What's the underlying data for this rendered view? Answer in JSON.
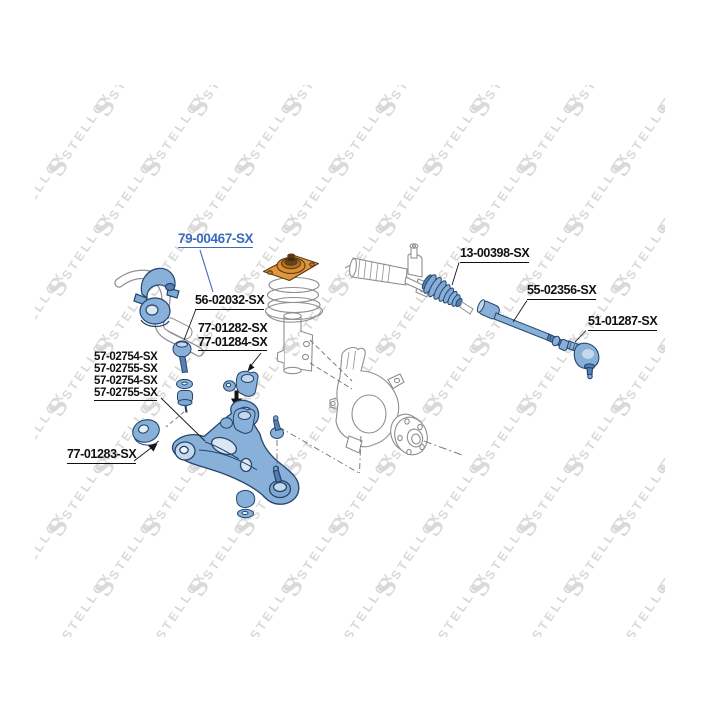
{
  "brand": {
    "name": "STELLOX"
  },
  "watermark": {
    "logo_letter": "S",
    "text": "STELLOX",
    "color": "#d9d9d9"
  },
  "diagram": {
    "highlighted_part_color": "#88b0d8",
    "selected_label_color": "#3a6bbd",
    "strut_mount_color": "#e2953f",
    "labels": {
      "l79": {
        "text": "79-00467-SX",
        "highlighted": true
      },
      "l56": {
        "text": "56-02032-SX"
      },
      "l77a": {
        "text": "77-01282-SX"
      },
      "l77b": {
        "text": "77-01284-SX"
      },
      "l57a": {
        "text": "57-02754-SX"
      },
      "l57b": {
        "text": "57-02755-SX"
      },
      "l57c": {
        "text": "57-02754-SX"
      },
      "l57d": {
        "text": "57-02755-SX"
      },
      "l77c": {
        "text": "77-01283-SX"
      },
      "l13": {
        "text": "13-00398-SX"
      },
      "l55": {
        "text": "55-02356-SX"
      },
      "l51": {
        "text": "51-01287-SX"
      }
    }
  }
}
